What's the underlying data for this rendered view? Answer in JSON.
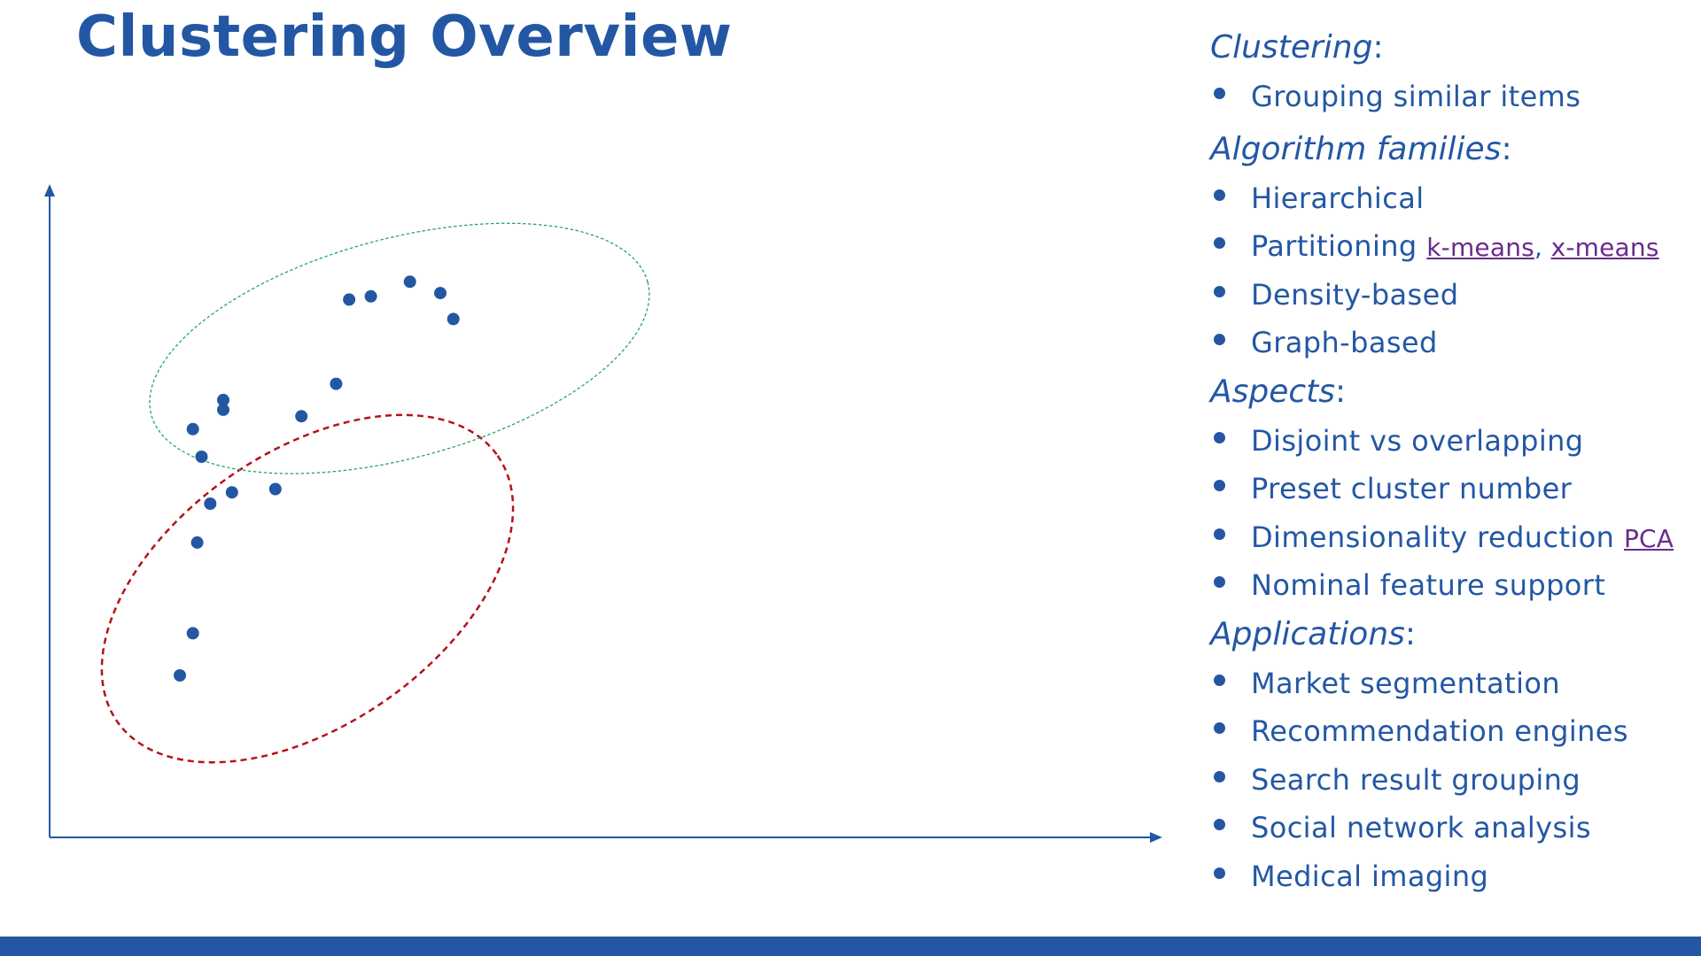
{
  "slide": {
    "title": "Clustering Overview"
  },
  "colors": {
    "primary": "#2357a4",
    "link": "#6a2a8c",
    "cluster_a": "#b5121b",
    "cluster_b": "#1aa653"
  },
  "diagram_points": {
    "cluster_a": [
      [
        3.0,
        10.0
      ],
      [
        3.3,
        12.6
      ],
      [
        3.4,
        18.2
      ],
      [
        3.3,
        25.2
      ],
      [
        4.0,
        27.0
      ],
      [
        3.5,
        23.5
      ],
      [
        4.0,
        26.4
      ],
      [
        5.2,
        21.5
      ],
      [
        4.2,
        21.3
      ],
      [
        3.7,
        20.6
      ]
    ],
    "cluster_b": [
      [
        5.8,
        26.0
      ],
      [
        6.6,
        28.0
      ],
      [
        6.9,
        33.2
      ],
      [
        7.4,
        33.4
      ],
      [
        8.3,
        34.3
      ],
      [
        9.0,
        33.6
      ],
      [
        9.3,
        32.0
      ]
    ]
  },
  "sidebar": {
    "sections": [
      {
        "heading": "Clustering",
        "items": [
          {
            "text": "Grouping similar items"
          }
        ]
      },
      {
        "heading": "Algorithm families",
        "items": [
          {
            "text": "Hierarchical"
          },
          {
            "text": "Partitioning",
            "links": [
              "k-means",
              "x-means"
            ]
          },
          {
            "text": "Density-based"
          },
          {
            "text": "Graph-based"
          }
        ]
      },
      {
        "heading": "Aspects",
        "items": [
          {
            "text": "Disjoint vs overlapping"
          },
          {
            "text": "Preset cluster number"
          },
          {
            "text": "Dimensionality reduction",
            "links": [
              "PCA"
            ]
          },
          {
            "text": "Nominal feature support"
          }
        ]
      },
      {
        "heading": "Applications",
        "items": [
          {
            "text": "Market segmentation"
          },
          {
            "text": "Recommendation engines"
          },
          {
            "text": "Search result grouping"
          },
          {
            "text": "Social network analysis"
          },
          {
            "text": "Medical imaging"
          }
        ]
      }
    ]
  }
}
